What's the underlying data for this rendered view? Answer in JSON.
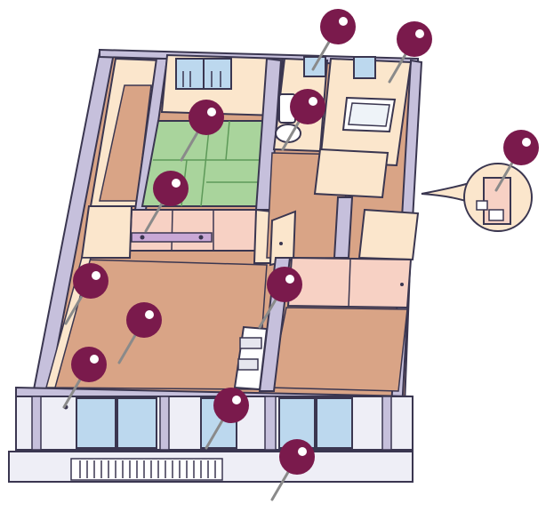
{
  "colors": {
    "wall": "#c6c0dc",
    "wall_dark": "#9e98be",
    "outline": "#3a3650",
    "floor_wood": "#d9a486",
    "floor_cream": "#fbe6cc",
    "tatami": "#a9d49c",
    "tatami_line": "#5e9a59",
    "window": "#bcd8ee",
    "pink_panel": "#f7d1c4",
    "pin": "#7a1a4c",
    "pin_highlight": "#ffffff",
    "pin_stick": "#8a8a8a",
    "railing": "#ffffff"
  },
  "pins": [
    {
      "id": "pin-genkan-light",
      "kind": "location-pin"
    },
    {
      "id": "pin-bathroom",
      "kind": "location-pin"
    },
    {
      "id": "pin-toilet",
      "kind": "location-pin"
    },
    {
      "id": "pin-tatami-room",
      "kind": "location-pin"
    },
    {
      "id": "pin-tatami-closet",
      "kind": "location-pin"
    },
    {
      "id": "pin-utility-panel",
      "kind": "location-pin"
    },
    {
      "id": "pin-living-wall",
      "kind": "location-pin"
    },
    {
      "id": "pin-living-floor",
      "kind": "location-pin"
    },
    {
      "id": "pin-living-window",
      "kind": "location-pin"
    },
    {
      "id": "pin-kitchen",
      "kind": "location-pin"
    },
    {
      "id": "pin-balcony-door",
      "kind": "location-pin"
    },
    {
      "id": "pin-balcony",
      "kind": "location-pin"
    }
  ]
}
